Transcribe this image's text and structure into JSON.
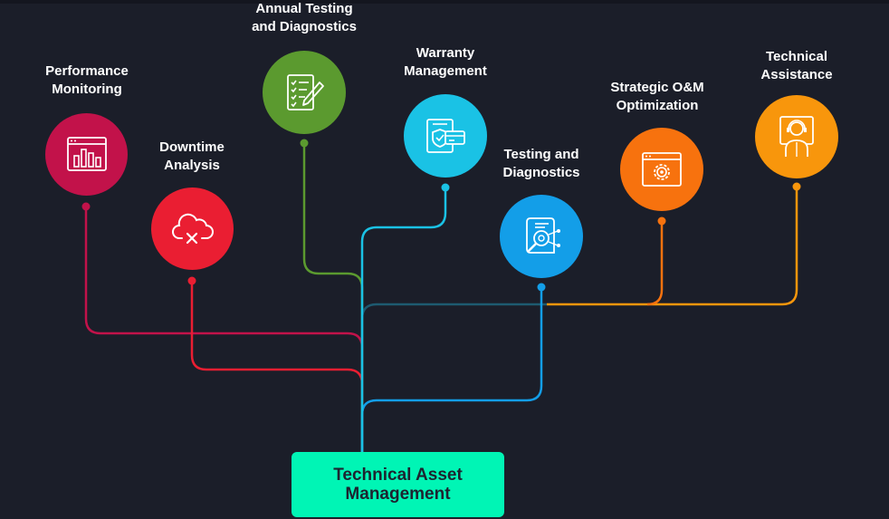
{
  "root": {
    "title": "Technical Asset\nManagement",
    "color": "#00f5b5"
  },
  "branches": [
    {
      "label": "Performance\nMonitoring",
      "color": "#c2124a",
      "icon": "bar-chart-window-icon"
    },
    {
      "label": "Downtime\nAnalysis",
      "color": "#ea1e32",
      "icon": "cloud-error-icon"
    },
    {
      "label": "Annual Testing\nand Diagnostics",
      "color": "#5b9a2f",
      "icon": "checklist-pencil-icon"
    },
    {
      "label": "Warranty\nManagement",
      "color": "#1ac2e5",
      "icon": "shield-card-icon"
    },
    {
      "label": "Testing and\nDiagnostics",
      "color": "#139ee8",
      "icon": "magnifier-document-icon"
    },
    {
      "label": "Strategic O&M\nOptimization",
      "color": "#f7720e",
      "icon": "gear-browser-icon"
    },
    {
      "label": "Technical\nAssistance",
      "color": "#f8960c",
      "icon": "support-agent-icon"
    }
  ]
}
